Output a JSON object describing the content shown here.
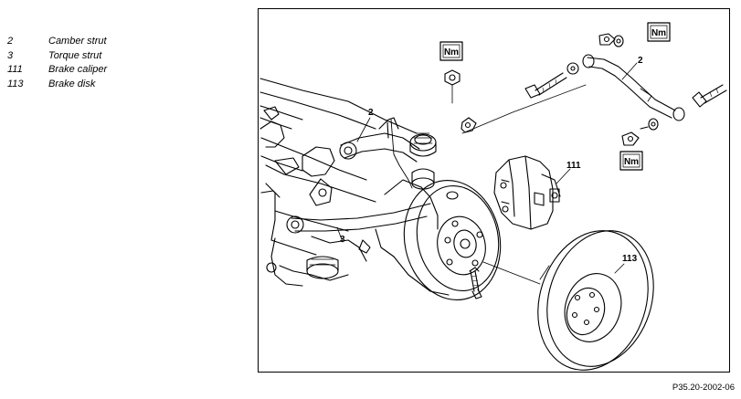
{
  "legend": [
    {
      "number": "2",
      "name": "Camber strut"
    },
    {
      "number": "3",
      "name": "Torque strut"
    },
    {
      "number": "111",
      "name": "Brake caliper"
    },
    {
      "number": "113",
      "name": "Brake disk"
    }
  ],
  "callouts": {
    "camber_strut_top": "2",
    "camber_strut_installed": "2",
    "torque_strut": "3",
    "brake_caliper": "111",
    "brake_disk": "113"
  },
  "torque_badge": "Nm",
  "figure_id": "P35.20-2002-06"
}
